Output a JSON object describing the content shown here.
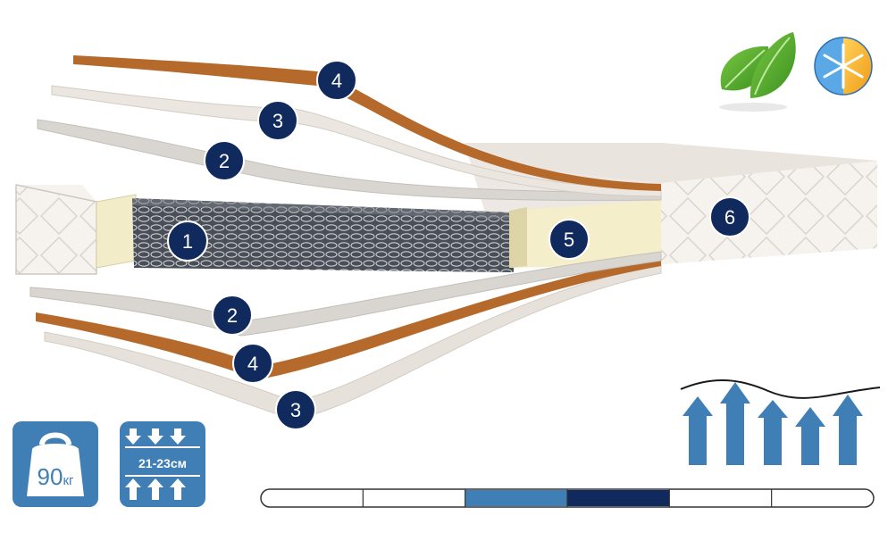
{
  "layer_badges": {
    "top_coir": "4",
    "top_felt": "3",
    "top_gray": "2",
    "spring_block": "1",
    "foam_perimeter": "5",
    "cover": "6",
    "bottom_gray": "2",
    "bottom_coir": "4",
    "bottom_felt": "3"
  },
  "weight_icon": {
    "value": "90",
    "unit": "кг"
  },
  "height_icon": {
    "range": "21-23см"
  },
  "firmness_scale": {
    "segments": 6,
    "filled_segments": [
      3,
      4
    ],
    "fill_colors": [
      "#3f7fb6",
      "#102a5e"
    ]
  },
  "eco_icons": [
    "leaf-icon",
    "all-season-icon"
  ],
  "support_arrows": {
    "count": 5
  },
  "colors": {
    "badge": "#102a5e",
    "icon_blue": "#3f7fb6",
    "coir": "#b56a2b"
  }
}
